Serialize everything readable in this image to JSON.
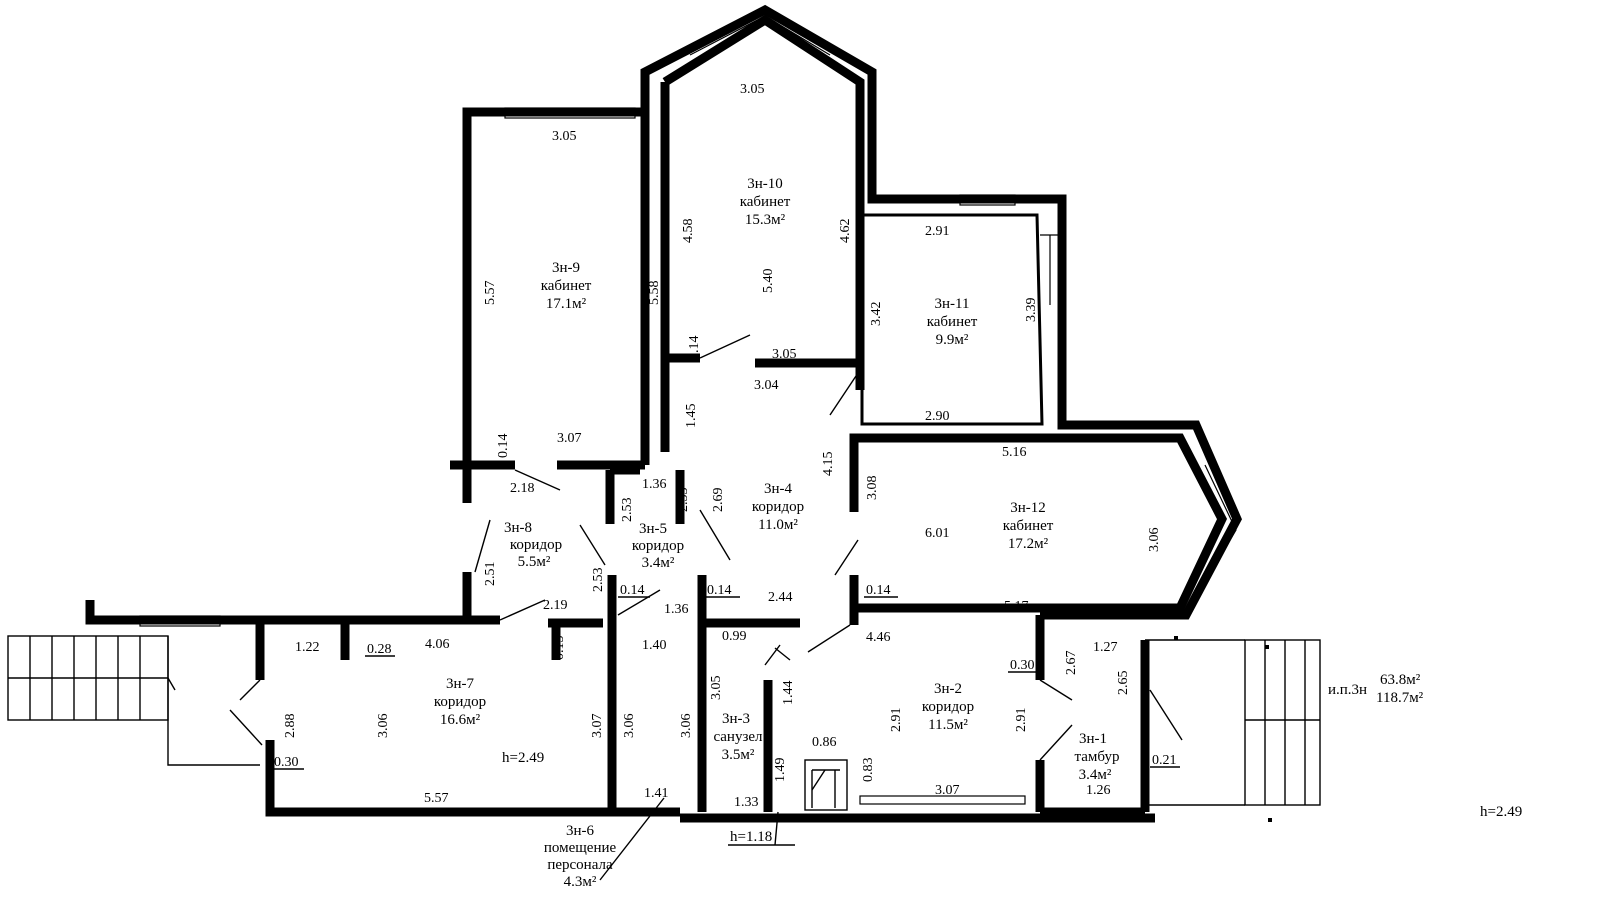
{
  "rooms": {
    "r9": {
      "code": "3н-9",
      "type": "кабинет",
      "area": "17.1м²"
    },
    "r10": {
      "code": "3н-10",
      "type": "кабинет",
      "area": "15.3м²"
    },
    "r11": {
      "code": "3н-11",
      "type": "кабинет",
      "area": "9.9м²"
    },
    "r12": {
      "code": "3н-12",
      "type": "кабинет",
      "area": "17.2м²"
    },
    "r4": {
      "code": "3н-4",
      "type": "коридор",
      "area": "11.0м²"
    },
    "r5": {
      "code": "3н-5",
      "type": "коридор",
      "area": "3.4м²"
    },
    "r8": {
      "code": "3н-8",
      "type": "коридор",
      "area": "5.5м²"
    },
    "r7": {
      "code": "3н-7",
      "type": "коридор",
      "area": "16.6м²"
    },
    "r2": {
      "code": "3н-2",
      "type": "коридор",
      "area": "11.5м²"
    },
    "r3": {
      "code": "3н-3",
      "type": "санузел",
      "area": "3.5м²"
    },
    "r1": {
      "code": "3н-1",
      "type": "тамбур",
      "area": "3.4м²"
    },
    "r6": {
      "code": "3н-6",
      "type1": "помещение",
      "type2": "персонала",
      "area": "4.3м²"
    }
  },
  "heights": {
    "h_main": "h=2.49",
    "h_room7": "h=2.49",
    "h_low": "h=1.18"
  },
  "summary": {
    "label": "и.п.3н",
    "area1": "63.8м²",
    "area2": "118.7м²"
  },
  "dims": {
    "d_9_top": "3.05",
    "d_9_left": "5.57",
    "d_9_right": "5.58",
    "d_9_bottom": "3.07",
    "d_9_014": "0.14",
    "d_10_top": "3.05",
    "d_10_left": "4.58",
    "d_10_right": "4.62",
    "d_10_mid": "5.40",
    "d_10_014": "0.14",
    "d_10_bottom": "3.05",
    "d_11_top": "2.91",
    "d_11_left": "3.42",
    "d_11_right": "3.39",
    "d_11_bottom": "2.90",
    "d_12_top": "5.16",
    "d_12_left": "3.08",
    "d_12_mid": "6.01",
    "d_12_right": "3.06",
    "d_12_014": "0.14",
    "d_12_bottom": "5.17",
    "d_4_top": "3.04",
    "d_4_left": "1.45",
    "d_4_right": "4.15",
    "d_4_269": "2.69",
    "d_4_244": "2.44",
    "d_4_014": "0.14",
    "d_5_top": "1.36",
    "d_5_left": "2.53",
    "d_5_right": "2.53",
    "d_5_bottom": "1.36",
    "d_5_014": "0.14",
    "d_5_253b": "2.53",
    "d_8_top": "2.18",
    "d_8_left": "2.51",
    "d_8_bottom": "2.19",
    "d_7_122": "1.22",
    "d_7_028": "0.28",
    "d_7_406": "4.06",
    "d_7_015": "0.15",
    "d_7_288": "2.88",
    "d_7_306": "3.06",
    "d_7_030": "0.30",
    "d_7_307": "3.07",
    "d_7_bottom": "5.57",
    "d_6_top": "1.40",
    "d_6_left": "3.06",
    "d_6_right": "3.06",
    "d_6_bottom": "1.41",
    "d_3_099": "0.99",
    "d_3_144": "1.44",
    "d_3_305": "3.05",
    "d_3_149": "1.49",
    "d_3_086": "0.86",
    "d_3_083": "0.83",
    "d_3_133": "1.33",
    "d_2_446": "4.46",
    "d_2_left": "2.91",
    "d_2_right": "2.91",
    "d_2_030": "0.30",
    "d_2_bottom": "3.07",
    "d_1_267": "2.67",
    "d_1_127": "1.27",
    "d_1_265": "2.65",
    "d_1_021": "0.21",
    "d_1_126": "1.26"
  }
}
